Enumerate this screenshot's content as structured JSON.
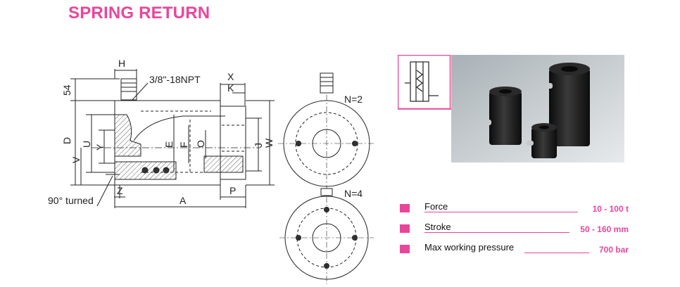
{
  "title": "SPRING RETURN",
  "drawing": {
    "dims": {
      "H": "H",
      "npt": "3/8\"-18NPT",
      "X": "X",
      "K": "K",
      "dim54": "54",
      "D": "D",
      "U": "U",
      "Y": "Y",
      "V": "V",
      "E": "E",
      "F": "F",
      "O": "O",
      "J": "J",
      "W": "W",
      "Z": "Z",
      "A": "A",
      "P": "P",
      "turned": "90° turned"
    },
    "n2": "N=2",
    "n4": "N=4"
  },
  "specs": [
    {
      "label": "Force",
      "value": "10 - 100 t"
    },
    {
      "label": "Stroke",
      "value": "50 - 160 mm"
    },
    {
      "label": "Max working pressure",
      "value": "700 bar"
    }
  ],
  "colors": {
    "accent": "#e8469b"
  }
}
